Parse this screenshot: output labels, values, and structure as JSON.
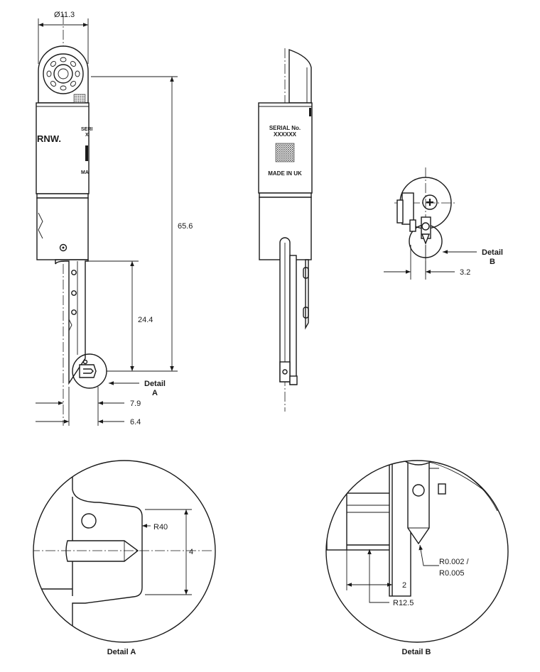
{
  "dimensions": {
    "diameter": "Ø11.3",
    "length_total": "65.6",
    "length_tip": "24.4",
    "offset_a": "7.9",
    "offset_b": "6.4",
    "offset_c": "3.2",
    "detail_a_height": "4",
    "detail_a_radius": "R40",
    "detail_b_radius_tip_1": "R0.002 /",
    "detail_b_radius_tip_2": "R0.005",
    "detail_b_width": "2",
    "detail_b_radius_body": "R12.5"
  },
  "markings": {
    "serial_label": "SERIAL No.",
    "serial_value": "XXXXXX",
    "origin": "MADE IN UK",
    "logo_text": "RNW."
  },
  "callouts": {
    "detail_a_word": "Detail",
    "detail_a_letter": "A",
    "detail_b_word": "Detail",
    "detail_b_letter": "B"
  },
  "captions": {
    "detail_a": "Detail A",
    "detail_b": "Detail B"
  }
}
